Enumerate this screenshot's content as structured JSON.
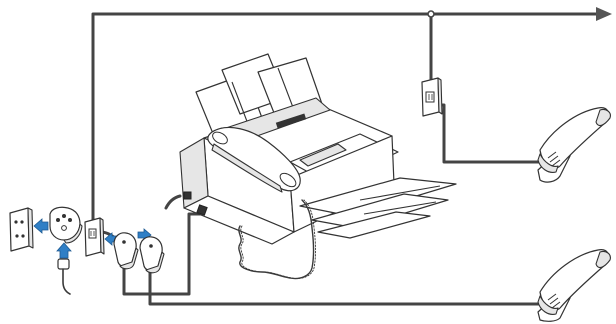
{
  "diagram": {
    "components": {
      "fax_machine": "fax-machine",
      "handset": "handset",
      "wall_jack": "telephone-wall-jack",
      "power_outlet": "power-outlet",
      "power_adapter": "power-adapter",
      "line_splitter": "line-splitter",
      "extension_jack": "extension-jack",
      "telephone_upper": "extension-telephone",
      "telephone_lower": "extension-telephone",
      "line_continues": "arrow-right-icon"
    },
    "colors": {
      "line": "#444444",
      "arrow": "#2f7fc6",
      "outline": "#333333"
    }
  }
}
